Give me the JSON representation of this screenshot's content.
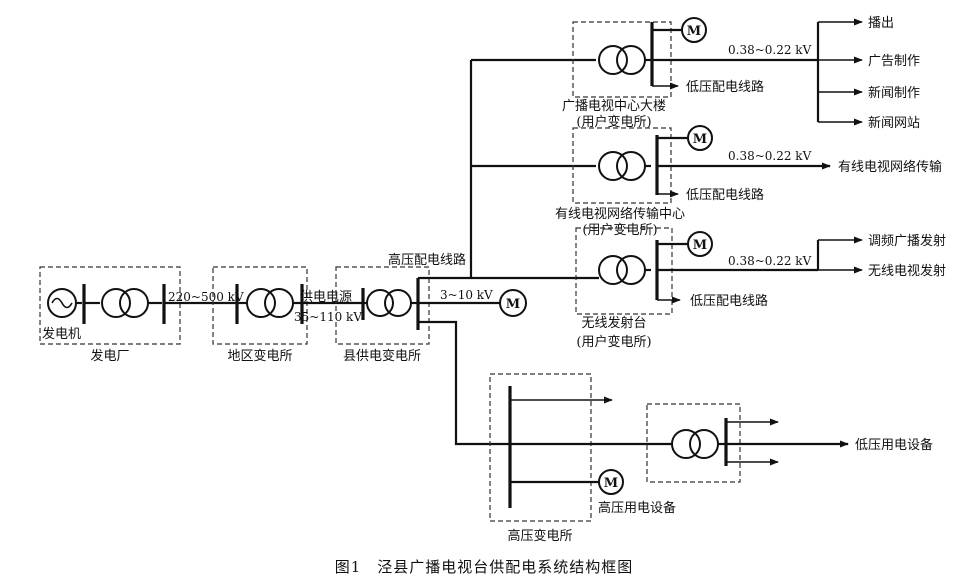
{
  "caption": "图1　泾县广播电视台供配电系统结构框图",
  "motor_label": "M",
  "power_plant": {
    "name": "发电厂",
    "generator": "发电机"
  },
  "regional_sub": {
    "name": "地区变电所",
    "voltage": "220~500 kV"
  },
  "county_sub": {
    "name": "县供电变电所",
    "source_label": "供电电源",
    "voltage": "35~110 kV"
  },
  "hv_line": "高压配电线路",
  "county_motor_voltage": "3~10 kV",
  "lv_line": "低压配电线路",
  "building": {
    "name": "广播电视中心大楼",
    "sub": "(用户变电所)",
    "voltage": "0.38~0.22 kV",
    "outputs": [
      "播出",
      "广告制作",
      "新闻制作",
      "新闻网站"
    ]
  },
  "cable": {
    "name": "有线电视网络传输中心",
    "sub": "(用户变电所)",
    "voltage": "0.38~0.22 kV",
    "output": "有线电视网络传输"
  },
  "wireless": {
    "name": "无线发射台",
    "sub": "(用户变电所)",
    "voltage": "0.38~0.22 kV",
    "outputs": [
      "调频广播发射",
      "无线电视发射"
    ]
  },
  "hv_sub": {
    "name": "高压变电所",
    "equipment": "高压用电设备"
  },
  "lv_equipment": "低压用电设备"
}
